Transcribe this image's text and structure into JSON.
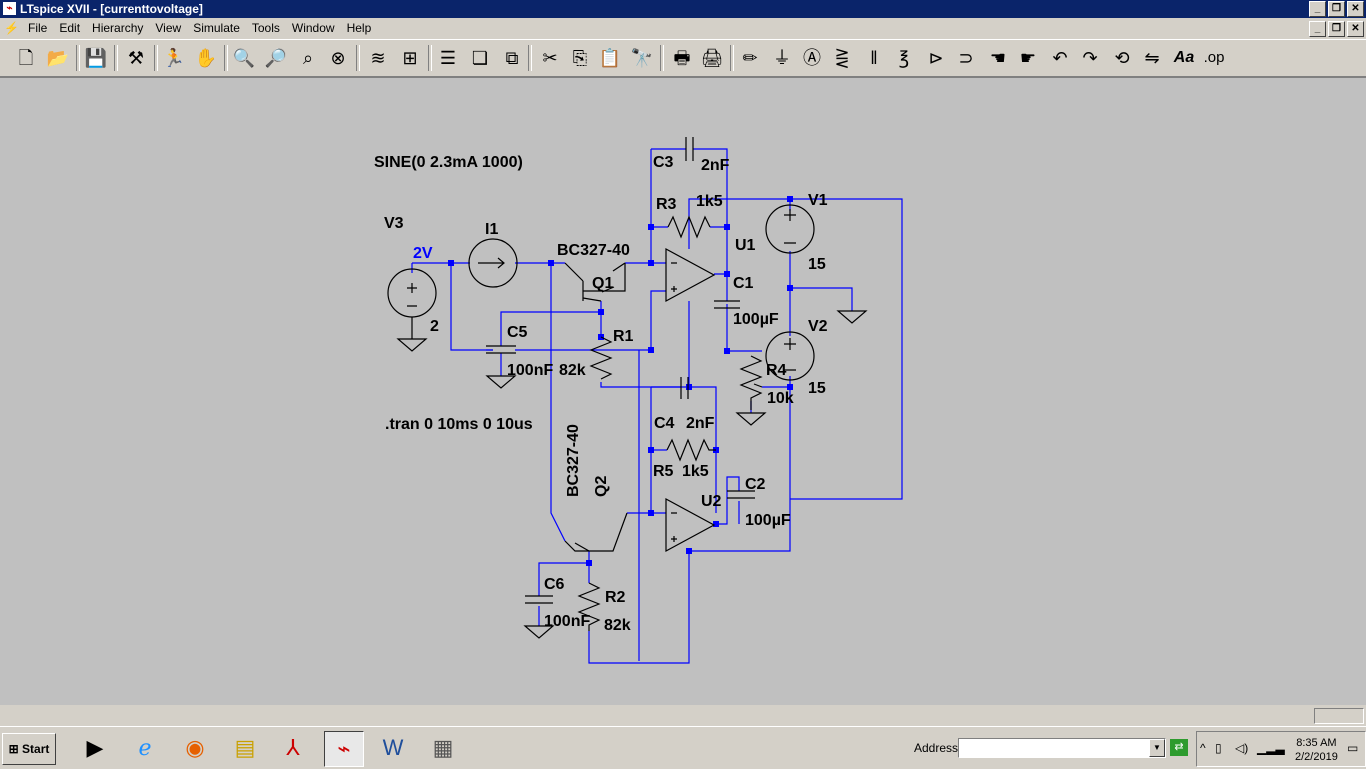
{
  "window": {
    "title": "LTspice XVII - [currenttovoltage]"
  },
  "menu": {
    "file": "File",
    "edit": "Edit",
    "hierarchy": "Hierarchy",
    "view": "View",
    "simulate": "Simulate",
    "tools": "Tools",
    "window": "Window",
    "help": "Help"
  },
  "toolbar": {
    "icons": [
      "new-schematic-icon",
      "open-icon",
      "save-icon",
      "control-panel-icon",
      "run-icon",
      "halt-icon",
      "zoom-in-icon",
      "zoom-out-icon",
      "zoom-fit-icon",
      "zoom-cancel-icon",
      "autorange-icon",
      "grid-icon",
      "tile-horizontal-icon",
      "cascade-icon",
      "tile-vertical-icon",
      "cut-icon",
      "copy-icon",
      "paste-icon",
      "find-icon",
      "print-icon",
      "print-setup-icon",
      "draw-wire-icon",
      "ground-icon",
      "label-net-icon",
      "resistor-icon",
      "capacitor-icon",
      "inductor-icon",
      "diode-icon",
      "component-icon",
      "move-icon",
      "drag-icon",
      "undo-icon",
      "redo-icon",
      "rotate-icon",
      "mirror-icon",
      "text-icon",
      "spice-directive-icon"
    ],
    "text_label": "Aa",
    "spice_label": ".op"
  },
  "schematic": {
    "directive_sine": "SINE(0 2.3mA 1000)",
    "directive_tran": ".tran 0 10ms 0 10us",
    "V3": {
      "name": "V3",
      "net": "2V",
      "value": "2"
    },
    "I1": {
      "name": "I1"
    },
    "Q1": {
      "name": "Q1",
      "model": "BC327-40"
    },
    "Q2": {
      "name": "Q2",
      "model": "BC327-40"
    },
    "C3": {
      "name": "C3",
      "value": "2nF"
    },
    "R3": {
      "name": "R3",
      "value": "1k5"
    },
    "U1": {
      "name": "U1"
    },
    "V1": {
      "name": "V1",
      "value": "15"
    },
    "C1": {
      "name": "C1",
      "value": "100µF"
    },
    "V2": {
      "name": "V2",
      "value": "15"
    },
    "C5": {
      "name": "C5",
      "value": "100nF"
    },
    "R1": {
      "name": "R1",
      "value": "82k"
    },
    "R4": {
      "name": "R4",
      "value": "10k"
    },
    "C4": {
      "name": "C4",
      "value": "2nF"
    },
    "R5": {
      "name": "R5",
      "value": "1k5"
    },
    "U2": {
      "name": "U2"
    },
    "C2": {
      "name": "C2",
      "value": "100µF"
    },
    "C6": {
      "name": "C6",
      "value": "100nF"
    },
    "R2": {
      "name": "R2",
      "value": "82k"
    }
  },
  "taskbar": {
    "start_label": "Start",
    "address_label": "Address",
    "address_value": "",
    "time": "8:35 AM",
    "date": "2/2/2019"
  },
  "colors": {
    "wire": "#0000ff",
    "component": "#000000",
    "canvas": "#c0c0c0",
    "title_bar": "#0a246a"
  }
}
